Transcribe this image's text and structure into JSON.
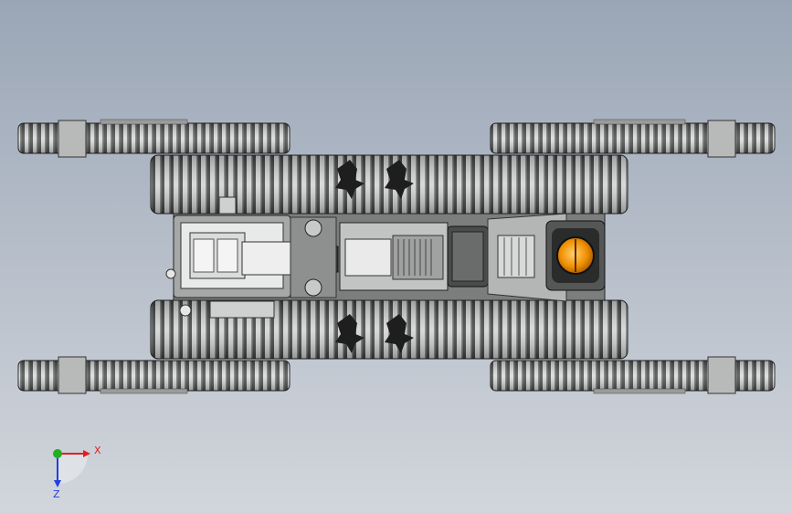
{
  "triad": {
    "x_label": "X",
    "z_label": "Z",
    "x_color": "#e02020",
    "y_color": "#20b020",
    "z_color": "#2040e0"
  },
  "model": {
    "view": "top",
    "body_color": "#8a8c8c",
    "track_color": "#3a3c3c",
    "lamp_color": "#f5a000"
  }
}
